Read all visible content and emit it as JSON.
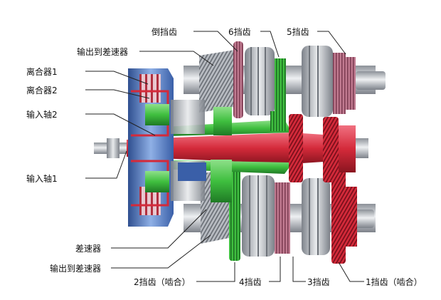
{
  "labels": {
    "reverse_gear": "倒挡齿",
    "gear6": "6挡齿",
    "gear5": "5挡齿",
    "output_to_diff_top": "输出到差速器",
    "clutch1": "离合器1",
    "clutch2": "离合器2",
    "input_shaft2": "输入轴2",
    "input_shaft1": "输入轴1",
    "differential": "差速器",
    "output_to_diff_bottom": "输出到差速器",
    "gear2": "2挡齿（啮合）",
    "gear4": "4挡齿",
    "gear3": "3挡齿",
    "gear1": "1挡齿（啮合）"
  },
  "colors": {
    "input_shaft1": "#d42a3a",
    "input_shaft2": "#3fbf3f",
    "clutch_housing": "#5a7fc0",
    "gear_metal": "#b8bcc2",
    "gear_pink": "#c07a90"
  }
}
